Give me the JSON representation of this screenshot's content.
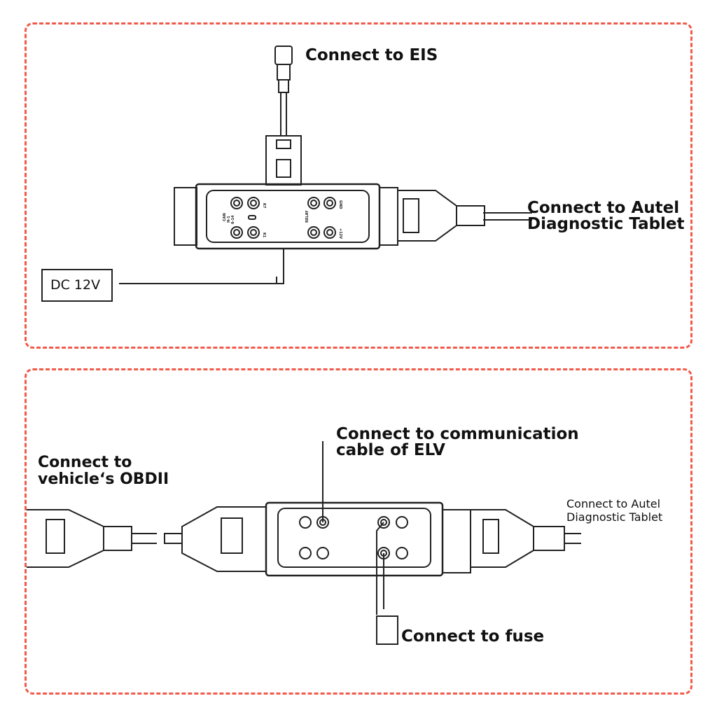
{
  "top_panel": {
    "eis_label": "Connect to EIS",
    "tablet_label_line1": "Connect to Autel",
    "tablet_label_line2": "Diagnostic Tablet",
    "power_label": "DC 12V"
  },
  "bottom_panel": {
    "obd_label_line1": "Connect to",
    "obd_label_line2": "vehicle‘s OBDII",
    "elv_label_line1": "Connect to communication",
    "elv_label_line2": "cable of ELV",
    "tablet_label_line1": "Connect to Autel",
    "tablet_label_line2": "Diagnostic Tablet",
    "fuse_label": "Connect to fuse"
  },
  "device": {
    "can": "CAN",
    "h": "H-1",
    "l": "6-14",
    "k7": "K7",
    "k1": "K1",
    "relay": "RELAY",
    "gnd": "GND",
    "v12": "+12V"
  },
  "colors": {
    "border": "#f05a4a",
    "line": "#222222"
  }
}
